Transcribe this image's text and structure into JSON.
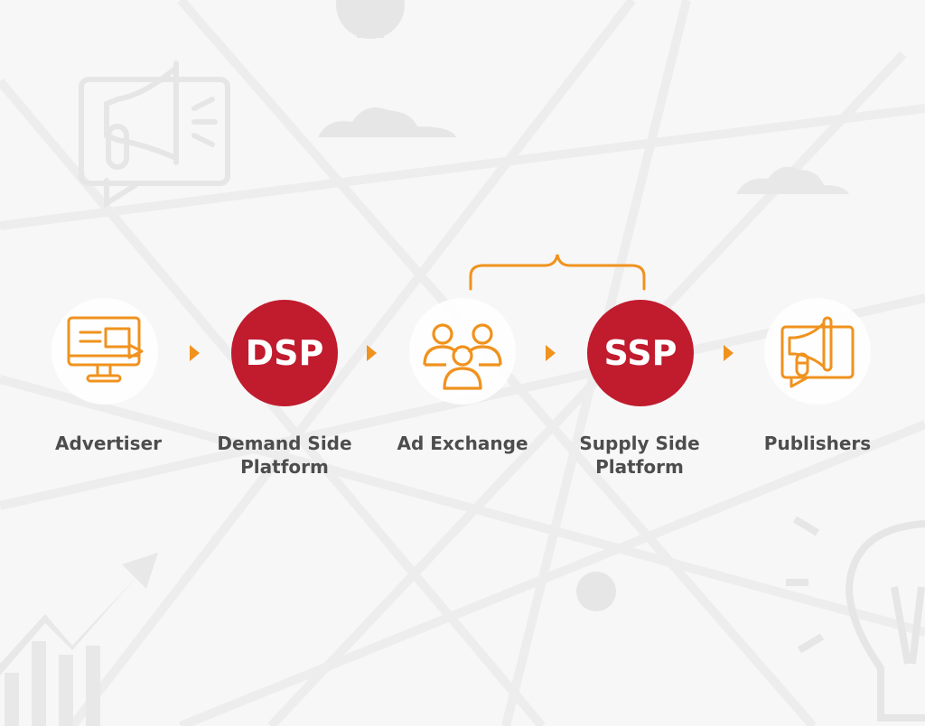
{
  "colors": {
    "accent_orange": "#f0921e",
    "badge_red": "#c11b2e",
    "label_gray": "#4d4d4d",
    "background": "#f7f7f7"
  },
  "flow": {
    "nodes": [
      {
        "id": "advertiser",
        "icon": "monitor-icon",
        "label_lines": [
          "Advertiser"
        ]
      },
      {
        "id": "dsp",
        "badge": "DSP",
        "label_lines": [
          "Demand Side",
          "Platform"
        ]
      },
      {
        "id": "ad-exchange",
        "icon": "people-group-icon",
        "label_lines": [
          "Ad Exchange"
        ]
      },
      {
        "id": "ssp",
        "badge": "SSP",
        "label_lines": [
          "Supply Side",
          "Platform"
        ]
      },
      {
        "id": "publishers",
        "icon": "megaphone-icon",
        "label_lines": [
          "Publishers"
        ]
      }
    ],
    "connector": "arrow-right-icon",
    "bracket": {
      "spans": [
        "ad-exchange",
        "ssp"
      ],
      "icon": "curly-brace-icon"
    }
  }
}
